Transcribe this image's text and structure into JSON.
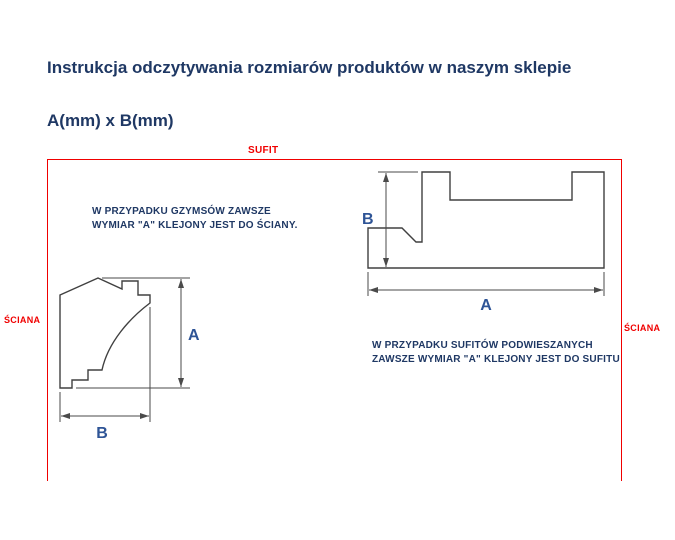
{
  "page": {
    "title": "Instrukcja odczytywania rozmiarów produktów w naszym sklepie",
    "subtitle": "A(mm) x B(mm)"
  },
  "frame": {
    "ceiling_label": "SUFIT",
    "wall_label_left": "ŚCIANA",
    "wall_label_right": "ŚCIANA"
  },
  "notes": {
    "cornice": {
      "line1": "W PRZYPADKU GZYMSÓW ZAWSZE",
      "line2": "WYMIAR \"A\" KLEJONY JEST DO ŚCIANY."
    },
    "suspended_ceiling": {
      "line1": "W PRZYPADKU SUFITÓW PODWIESZANYCH",
      "line2": "ZAWSZE WYMIAR \"A\" KLEJONY JEST DO SUFITU"
    }
  },
  "drawings": {
    "cornice": {
      "dim_vertical": "A",
      "dim_horizontal": "B"
    },
    "suspended_ceiling": {
      "dim_vertical": "B",
      "dim_horizontal": "A"
    }
  },
  "colors": {
    "accent_red": "#f00000",
    "heading_navy": "#1f3864",
    "dimension_blue": "#2e5496",
    "drawing_gray": "#404040"
  }
}
